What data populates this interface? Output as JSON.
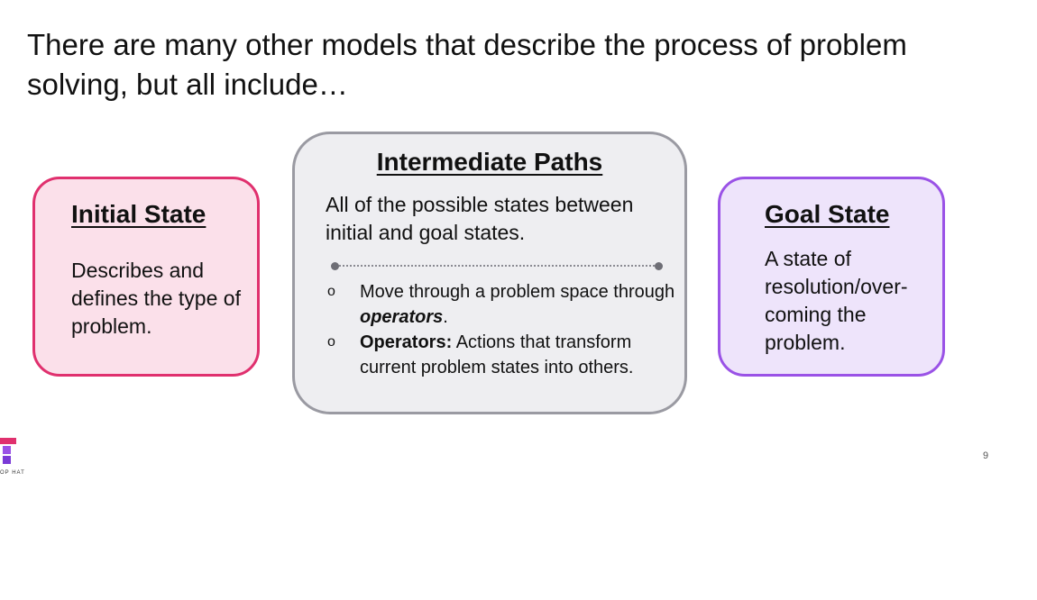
{
  "slide": {
    "title": "There are many other models that describe the process of problem solving, but all include…",
    "page_number": "9"
  },
  "cards": {
    "initial": {
      "heading": "Initial State",
      "text": "Describes and defines the type of problem."
    },
    "intermediate": {
      "heading": "Intermediate Paths",
      "text": "All of the possible states between initial and goal states.",
      "bullets": [
        {
          "marker": "o",
          "pre": "Move through a problem space through ",
          "emph": "operators",
          "post": "."
        },
        {
          "marker": "o",
          "bold": "Operators:",
          "post": " Actions that transform current problem states into others."
        }
      ]
    },
    "goal": {
      "heading": "Goal State",
      "text": "A state of resolution/over-coming the problem."
    }
  },
  "logo": {
    "text": "OP HAT"
  },
  "colors": {
    "initial_border": "#e0306e",
    "initial_fill": "#fbe0ea",
    "intermediate_border": "#9a9aa2",
    "intermediate_fill": "#eeeef1",
    "goal_border": "#9a52e6",
    "goal_fill": "#eee4fb"
  }
}
